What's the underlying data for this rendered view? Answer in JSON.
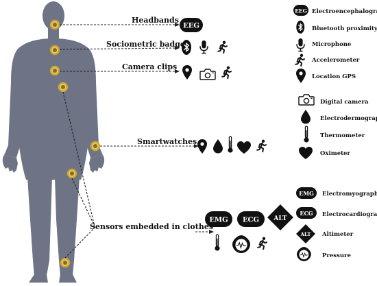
{
  "labels": {
    "headbands": "Headbands",
    "sociometric": "Sociometric badges",
    "camera": "Camera clips",
    "smartwatches": "Smartwatches",
    "clothes": "Sensors embedded in clothes"
  },
  "badges": {
    "eeg": "EEG",
    "emg": "EMG",
    "ecg": "ECG",
    "alt": "ALT"
  },
  "legend": {
    "eeg": "Electroencephalogram",
    "bluetooth": "Bluetooth proximity",
    "microphone": "Microphone",
    "accelerometer": "Accelerometer",
    "gps": "Location GPS",
    "camera": "Digital camera",
    "electrodermo": "Electrodermograph",
    "thermometer": "Thermometer",
    "oximeter": "Oximeter",
    "emg": "Electromyograph",
    "ecg": "Electrocardiogram",
    "altimeter": "Altimeter",
    "pressure": "Pressure"
  },
  "colors": {
    "body": "#6e7385",
    "sensor_ring": "#c9a635",
    "sensor_core": "#8a6a2a",
    "icon": "#111111"
  }
}
